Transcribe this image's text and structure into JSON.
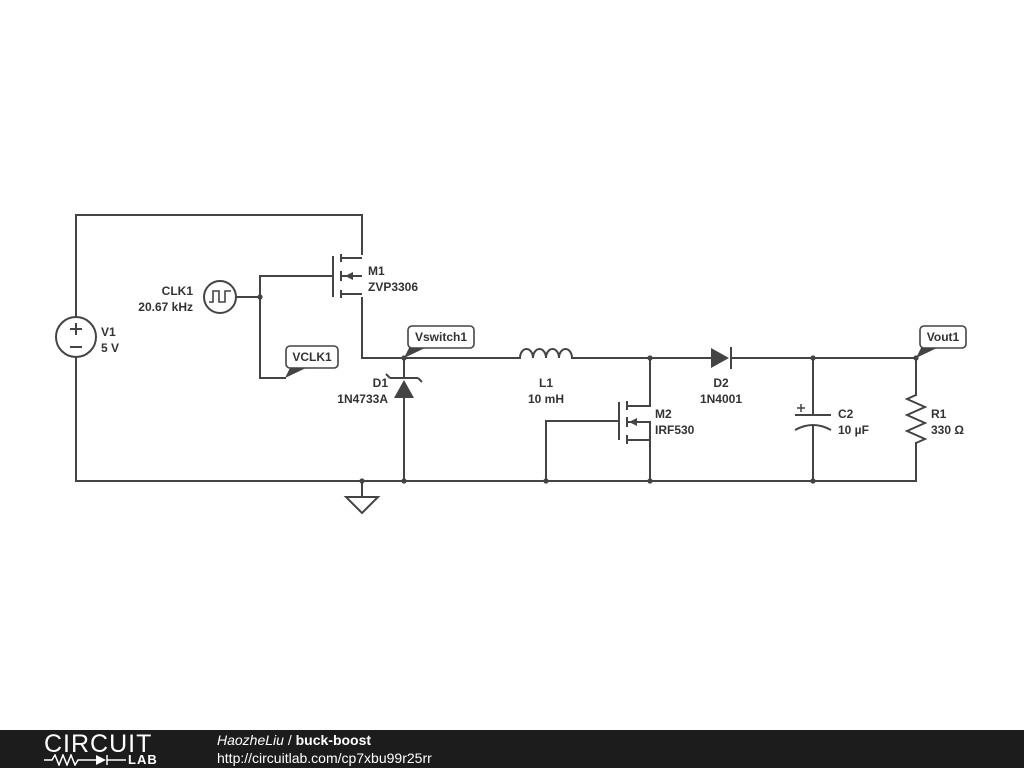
{
  "components": {
    "v1": {
      "name": "V1",
      "value": "5 V"
    },
    "clk1": {
      "name": "CLK1",
      "value": "20.67 kHz"
    },
    "m1": {
      "name": "M1",
      "value": "ZVP3306"
    },
    "d1": {
      "name": "D1",
      "value": "1N4733A"
    },
    "l1": {
      "name": "L1",
      "value": "10 mH"
    },
    "m2": {
      "name": "M2",
      "value": "IRF530"
    },
    "d2": {
      "name": "D2",
      "value": "1N4001"
    },
    "c2": {
      "name": "C2",
      "value": "10 µF"
    },
    "r1": {
      "name": "R1",
      "value": "330 Ω"
    }
  },
  "net_labels": {
    "vclk1": "VCLK1",
    "vswitch1": "Vswitch1",
    "vout1": "Vout1"
  },
  "footer": {
    "logo_top": "CIRCUIT",
    "logo_bottom": "LAB",
    "author": "HaozheLiu",
    "separator": " / ",
    "project": "buck-boost",
    "url": "http://circuitlab.com/cp7xbu99r25rr"
  }
}
